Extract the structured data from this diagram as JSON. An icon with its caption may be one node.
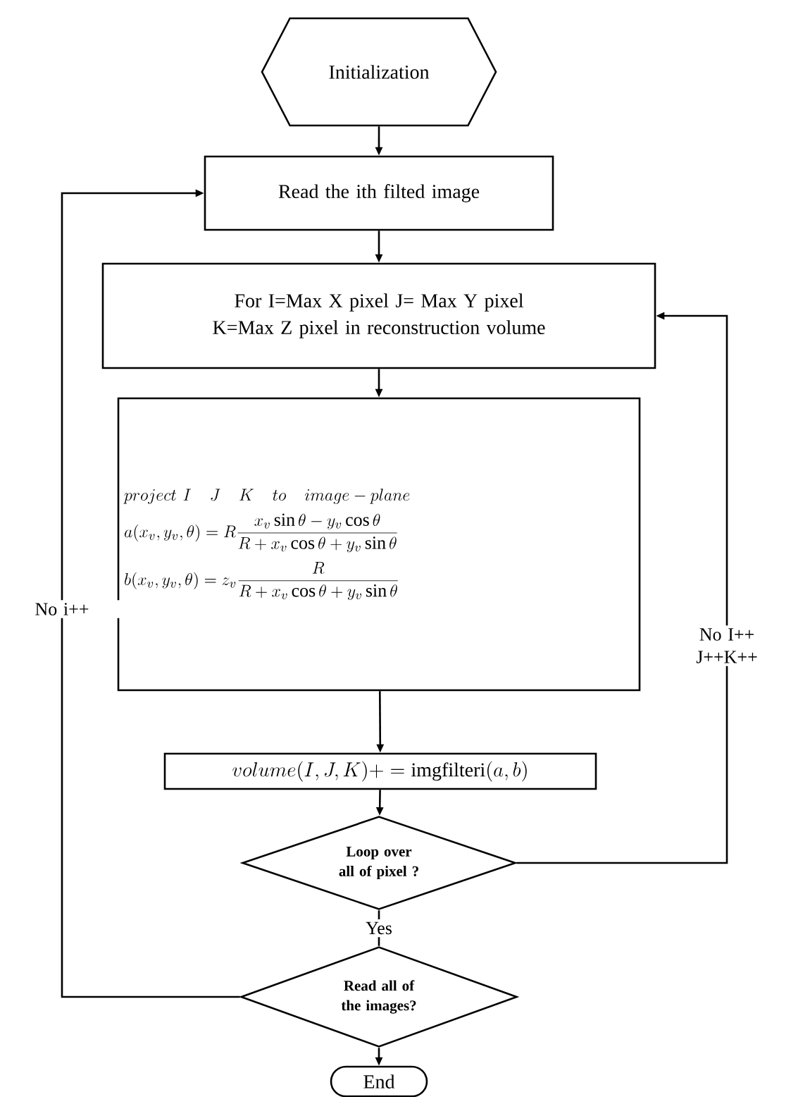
{
  "diagram": {
    "nodes": [
      {
        "text": [
          "Initialization"
        ]
      },
      {
        "text": [
          "Read the ith filted image"
        ]
      },
      {
        "text": [
          "For I=Max X pixel J= Max Y pixel K=Max Z pixel in reconstruction volume"
        ]
      },
      {
        "text": [
          "project\\ I\\quad J\\quad K\\quad to\\quad image-plane",
          "a(x_v,y_v,\\theta)=R\\frac{x_v\\sin\\theta-y_v\\cos\\theta}{R+x_v\\cos\\theta+y_v\\sin\\theta}",
          "b(x_v,y_v,\\theta)=z_v\\frac{R}{R+x_v\\cos\\theta+y_v\\sin\\theta}"
        ]
      },
      {
        "text": [
          "volume(I,J,K)+=\\mathrm{imgfilteri}(a,b)"
        ]
      },
      {
        "text": [
          "Loop over all of pixel ?"
        ]
      },
      {
        "text": [
          "Read all of the images?"
        ]
      },
      {
        "text": [
          "End"
        ]
      }
    ],
    "edges": [
      {
        "from": 0,
        "to": 1,
        "arrow": "to"
      },
      {
        "from": 1,
        "to": 2,
        "arrow": "to"
      },
      {
        "from": 2,
        "to": 3,
        "arrow": "to"
      },
      {
        "from": 3,
        "to": 4,
        "arrow": "to"
      },
      {
        "from": 4,
        "to": 5,
        "arrow": "to"
      },
      {
        "from": 5,
        "to": 6,
        "arrow": "none",
        "label": "Yes"
      },
      {
        "from": 6,
        "to": 7,
        "arrow": "to"
      },
      {
        "from": 5,
        "to": 2,
        "arrow": "to",
        "label": "No I++ J++K++"
      },
      {
        "from": 6,
        "to": 1,
        "arrow": "to",
        "label": "No i++"
      }
    ]
  }
}
